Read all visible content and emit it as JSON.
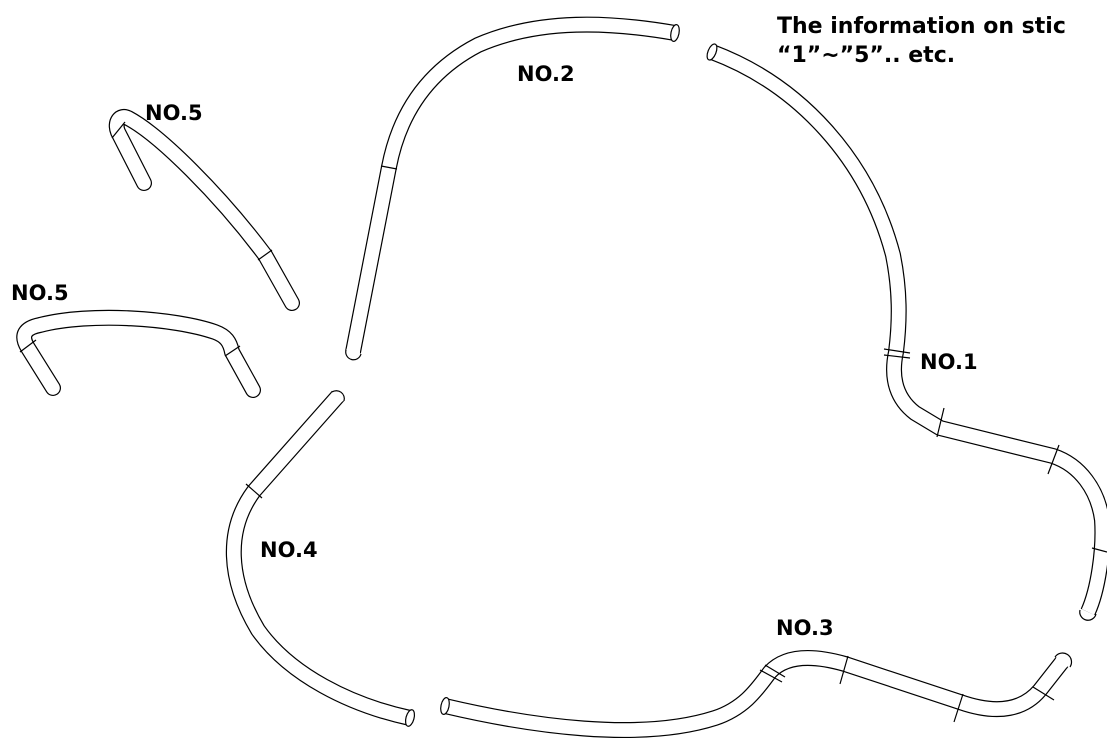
{
  "note": {
    "line1": "The information on stic",
    "line2": "“1”~”5”.. etc."
  },
  "labels": {
    "no1": "NO.1",
    "no2": "NO.2",
    "no3": "NO.3",
    "no4": "NO.4",
    "no5_top": "NO.5",
    "no5_left": "NO.5"
  }
}
